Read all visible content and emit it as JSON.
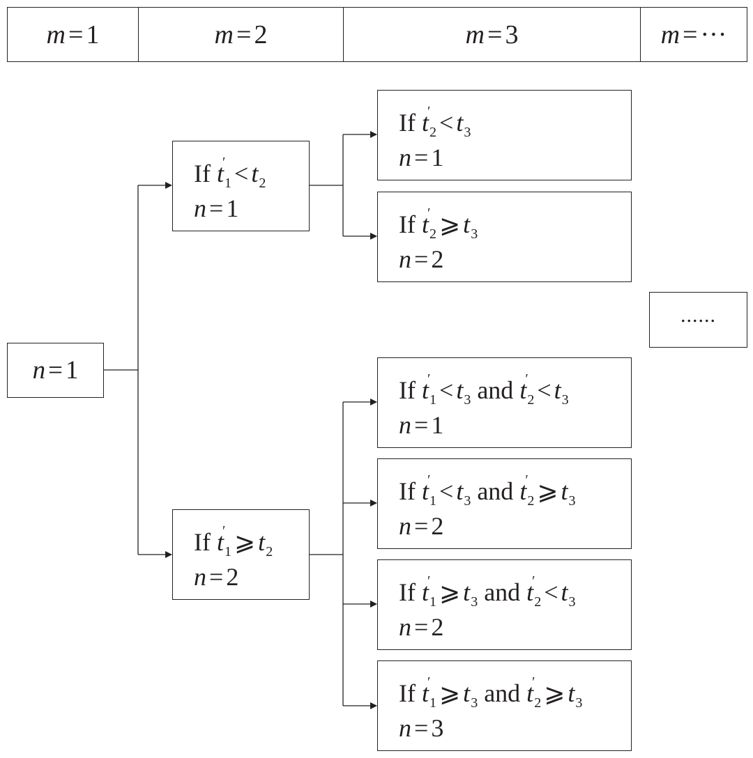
{
  "header": {
    "cells": [
      "m = 1",
      "m = 2",
      "m = 3",
      "m = ···"
    ],
    "m_var": "m",
    "eq": "=",
    "values": [
      "1",
      "2",
      "3",
      "···"
    ]
  },
  "root": {
    "var": "n",
    "eq": "=",
    "value": "1"
  },
  "level2": [
    {
      "cond": "If t′1 < t2",
      "result": "n = 1",
      "if": "If",
      "t": "t",
      "op": "<",
      "sub_a": "1",
      "sub_b": "2",
      "n": "n",
      "eq": "=",
      "value": "1"
    },
    {
      "cond": "If t′1 ⩾ t2",
      "result": "n = 2",
      "if": "If",
      "t": "t",
      "op": "⩾",
      "sub_a": "1",
      "sub_b": "2",
      "n": "n",
      "eq": "=",
      "value": "2"
    }
  ],
  "level3": [
    {
      "cond": "If t′2 < t3",
      "result": "n = 1",
      "value": "1"
    },
    {
      "cond": "If t′2 ⩾ t3",
      "result": "n = 2",
      "value": "2"
    },
    {
      "cond": "If t′1 < t3 and t′2 < t3",
      "result": "n = 1",
      "value": "1"
    },
    {
      "cond": "If t′1 < t3 and t′2 ⩾ t3",
      "result": "n = 2",
      "value": "2"
    },
    {
      "cond": "If t′1 ⩾ t3 and t′2 < t3",
      "result": "n = 2",
      "value": "2"
    },
    {
      "cond": "If t′1 ⩾ t3 and t′2 ⩾ t3",
      "result": "n = 3",
      "value": "3"
    }
  ],
  "symbols": {
    "if": "If",
    "and": "and",
    "t": "t",
    "n": "n",
    "eq": "=",
    "lt": "<",
    "geq": "⩾",
    "prime": "′"
  },
  "continuation": "......"
}
